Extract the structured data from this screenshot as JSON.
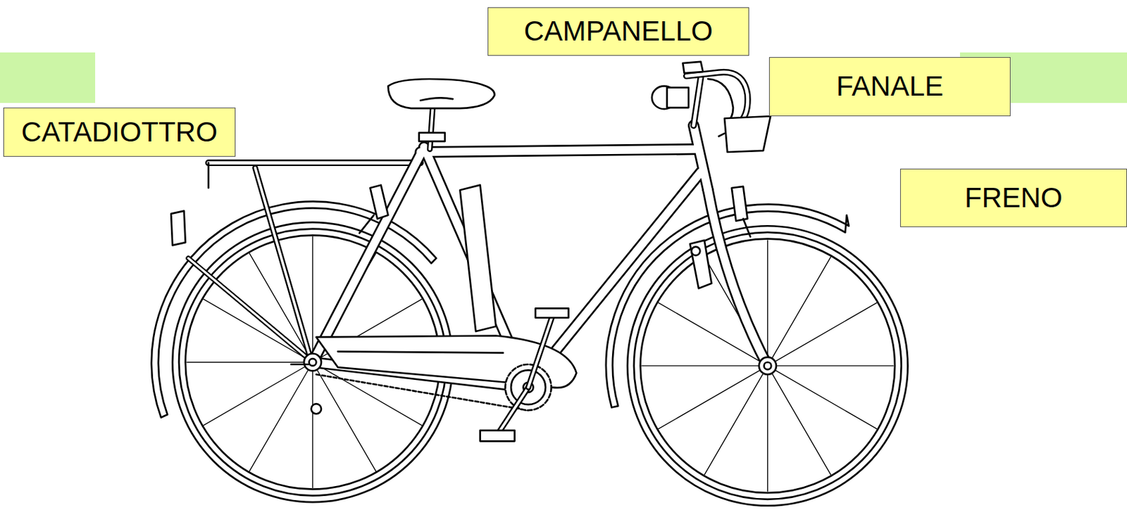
{
  "diagram": {
    "nodes": [
      {
        "text": [
          "CAMPANELLO"
        ]
      },
      {
        "text": [
          "FANALE"
        ]
      },
      {
        "text": [
          "CATADIOTTRO"
        ]
      },
      {
        "text": [
          "FRENO"
        ]
      }
    ]
  }
}
